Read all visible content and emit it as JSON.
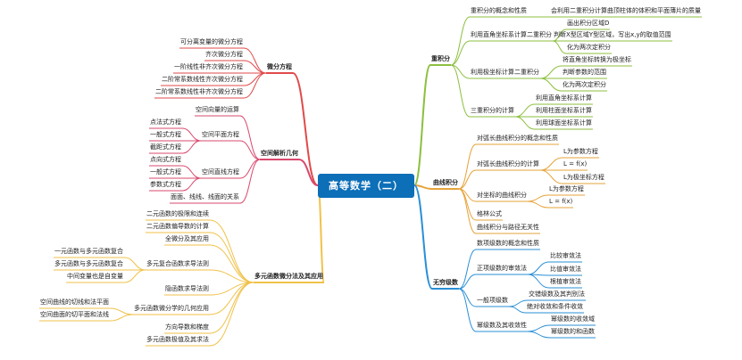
{
  "root": "高等数学（二）",
  "colors": {
    "root": "#0d6fb8",
    "green": "#8cbf3f",
    "orange": "#e6a33a",
    "blue": "#2a8fd6",
    "yellow": "#f0c24a",
    "pink": "#d9486d",
    "red": "#e14a4a"
  },
  "n": {
    "r1": "重积分",
    "r1a": "重积分的概念和性质",
    "r1a1": "会利用二重积分计算曲顶柱体的体积和平面薄片的质量",
    "r1b": "利用直角坐标系计算二重积分",
    "r1b1": "画出积分区域D",
    "r1b2": "判断X型区域Y型区域，写出x,y的取值范围",
    "r1b3": "化为两次定积分",
    "r1c": "利用极坐标计算二重积分",
    "r1c1": "将直角坐标转换为极坐标",
    "r1c2": "判断参数的范围",
    "r1c3": "化为两次定积分",
    "r1d": "三重积分的计算",
    "r1d1": "利用直角坐标系计算",
    "r1d2": "利用柱面坐标系计算",
    "r1d3": "利用球面坐标系计算",
    "r2": "曲线积分",
    "r2a": "对弧长曲线积分的概念和性质",
    "r2b": "对弧长曲线积分的计算",
    "r2b1": "L为参数方程",
    "r2b2": "L = f(x)",
    "r2b3": "L为极坐标方程",
    "r2c": "对坐标的曲线积分",
    "r2c1": "L为参数方程",
    "r2c2": "L = f(x)",
    "r2d": "格林公式",
    "r2e": "曲线积分与路径无关性",
    "r3": "无穷级数",
    "r3a": "数项级数的概念和性质",
    "r3b": "正项级数的审敛法",
    "r3b1": "比较审敛法",
    "r3b2": "比值审敛法",
    "r3b3": "根植审敛法",
    "r3c": "一般项级数",
    "r3c1": "交错级数及其判别法",
    "r3c2": "绝对收敛和条件收敛",
    "r3d": "幂级数及其收敛性",
    "r3d1": "幂级数的收敛域",
    "r3d2": "幂级数的和函数",
    "l1": "微分方程",
    "l1a": "可分离变量的微分方程",
    "l1b": "齐次微分方程",
    "l1c": "一阶线性非齐次微分方程",
    "l1d": "二阶常系数线性齐次微分方程",
    "l1e": "二阶常系数线性非齐次微分方程",
    "l2": "空间解析几何",
    "l2a": "空间向量的运算",
    "l2b": "空间平面方程",
    "l2b1": "点法式方程",
    "l2b2": "一般式方程",
    "l2b3": "截距式方程",
    "l2c": "空间直线方程",
    "l2c1": "点向式方程",
    "l2c2": "一般式方程",
    "l2c3": "参数式方程",
    "l2d": "面面、线线、线面的关系",
    "l3": "多元函数微分法及其应用",
    "l3a": "二元函数的极限和连续",
    "l3b": "二元函数偏导数的计算",
    "l3c": "全微分及其应用",
    "l3d": "多元复合函数求导法则",
    "l3d1": "一元函数与多元函数复合",
    "l3d2": "多元函数与多元函数复合",
    "l3d3": "中间变量也是自变量",
    "l3e": "隐函数求导法则",
    "l3f": "多元函数微分学的几何应用",
    "l3f1": "空间曲线的切线和法平面",
    "l3f2": "空间曲面的切平面和法线",
    "l3g": "方向导数和梯度",
    "l3h": "多元函数极值及其求法"
  }
}
